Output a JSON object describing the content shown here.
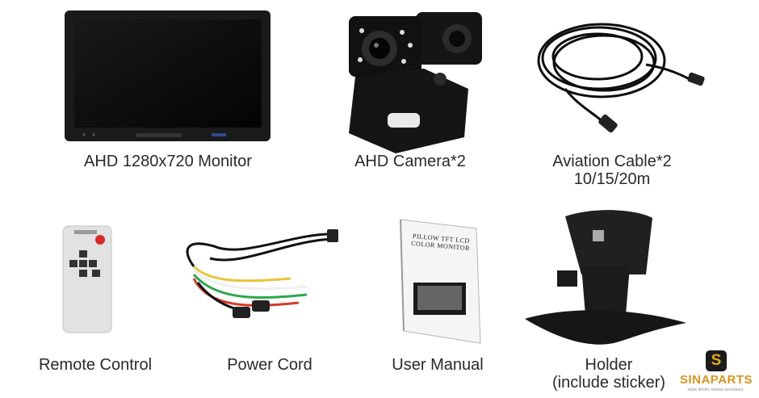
{
  "items": [
    {
      "name": "monitor",
      "label": "AHD 1280x720 Monitor"
    },
    {
      "name": "camera",
      "label": "AHD Camera*2"
    },
    {
      "name": "cable",
      "label_line1": "Aviation Cable*2",
      "label_line2": "10/15/20m"
    },
    {
      "name": "remote",
      "label": "Remote Control"
    },
    {
      "name": "power",
      "label": "Power Cord"
    },
    {
      "name": "manual",
      "label": "User Manual",
      "title_line1": "PILLOW TFT LCD",
      "title_line2": "COLOR MONITOR"
    },
    {
      "name": "holder",
      "label_line1": "Holder",
      "label_line2": "(include sticker)"
    }
  ],
  "logo": {
    "badge": "S",
    "brand": "SINAPARTS",
    "tagline": "since driven, forever accessory"
  },
  "colors": {
    "label": "#2a2a2a",
    "brand": "#d4961c",
    "device": "#121212"
  }
}
